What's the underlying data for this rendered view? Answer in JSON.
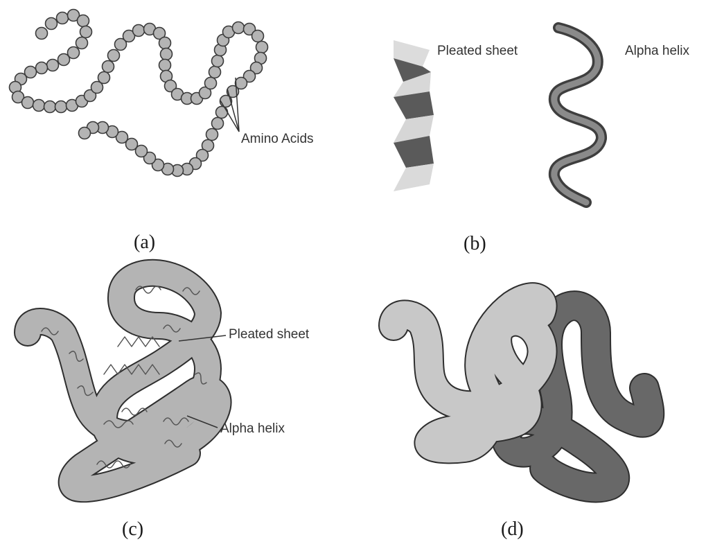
{
  "panels": {
    "a": {
      "caption": "(a)",
      "label": "Amino Acids"
    },
    "b": {
      "caption": "(b)",
      "sheet_label": "Pleated sheet",
      "helix_label": "Alpha helix"
    },
    "c": {
      "caption": "(c)",
      "sheet_label": "Pleated sheet",
      "helix_label": "Alpha helix"
    },
    "d": {
      "caption": "(d)"
    }
  },
  "colors": {
    "bead_fill": "#b4b4b4",
    "outline": "#3a3a3a",
    "ribbon_light": "#c8c8c8",
    "ribbon_mid": "#8a8a8a",
    "ribbon_dark": "#666666",
    "sheet_light": "#dcdcdc",
    "sheet_dark": "#5a5a5a"
  }
}
